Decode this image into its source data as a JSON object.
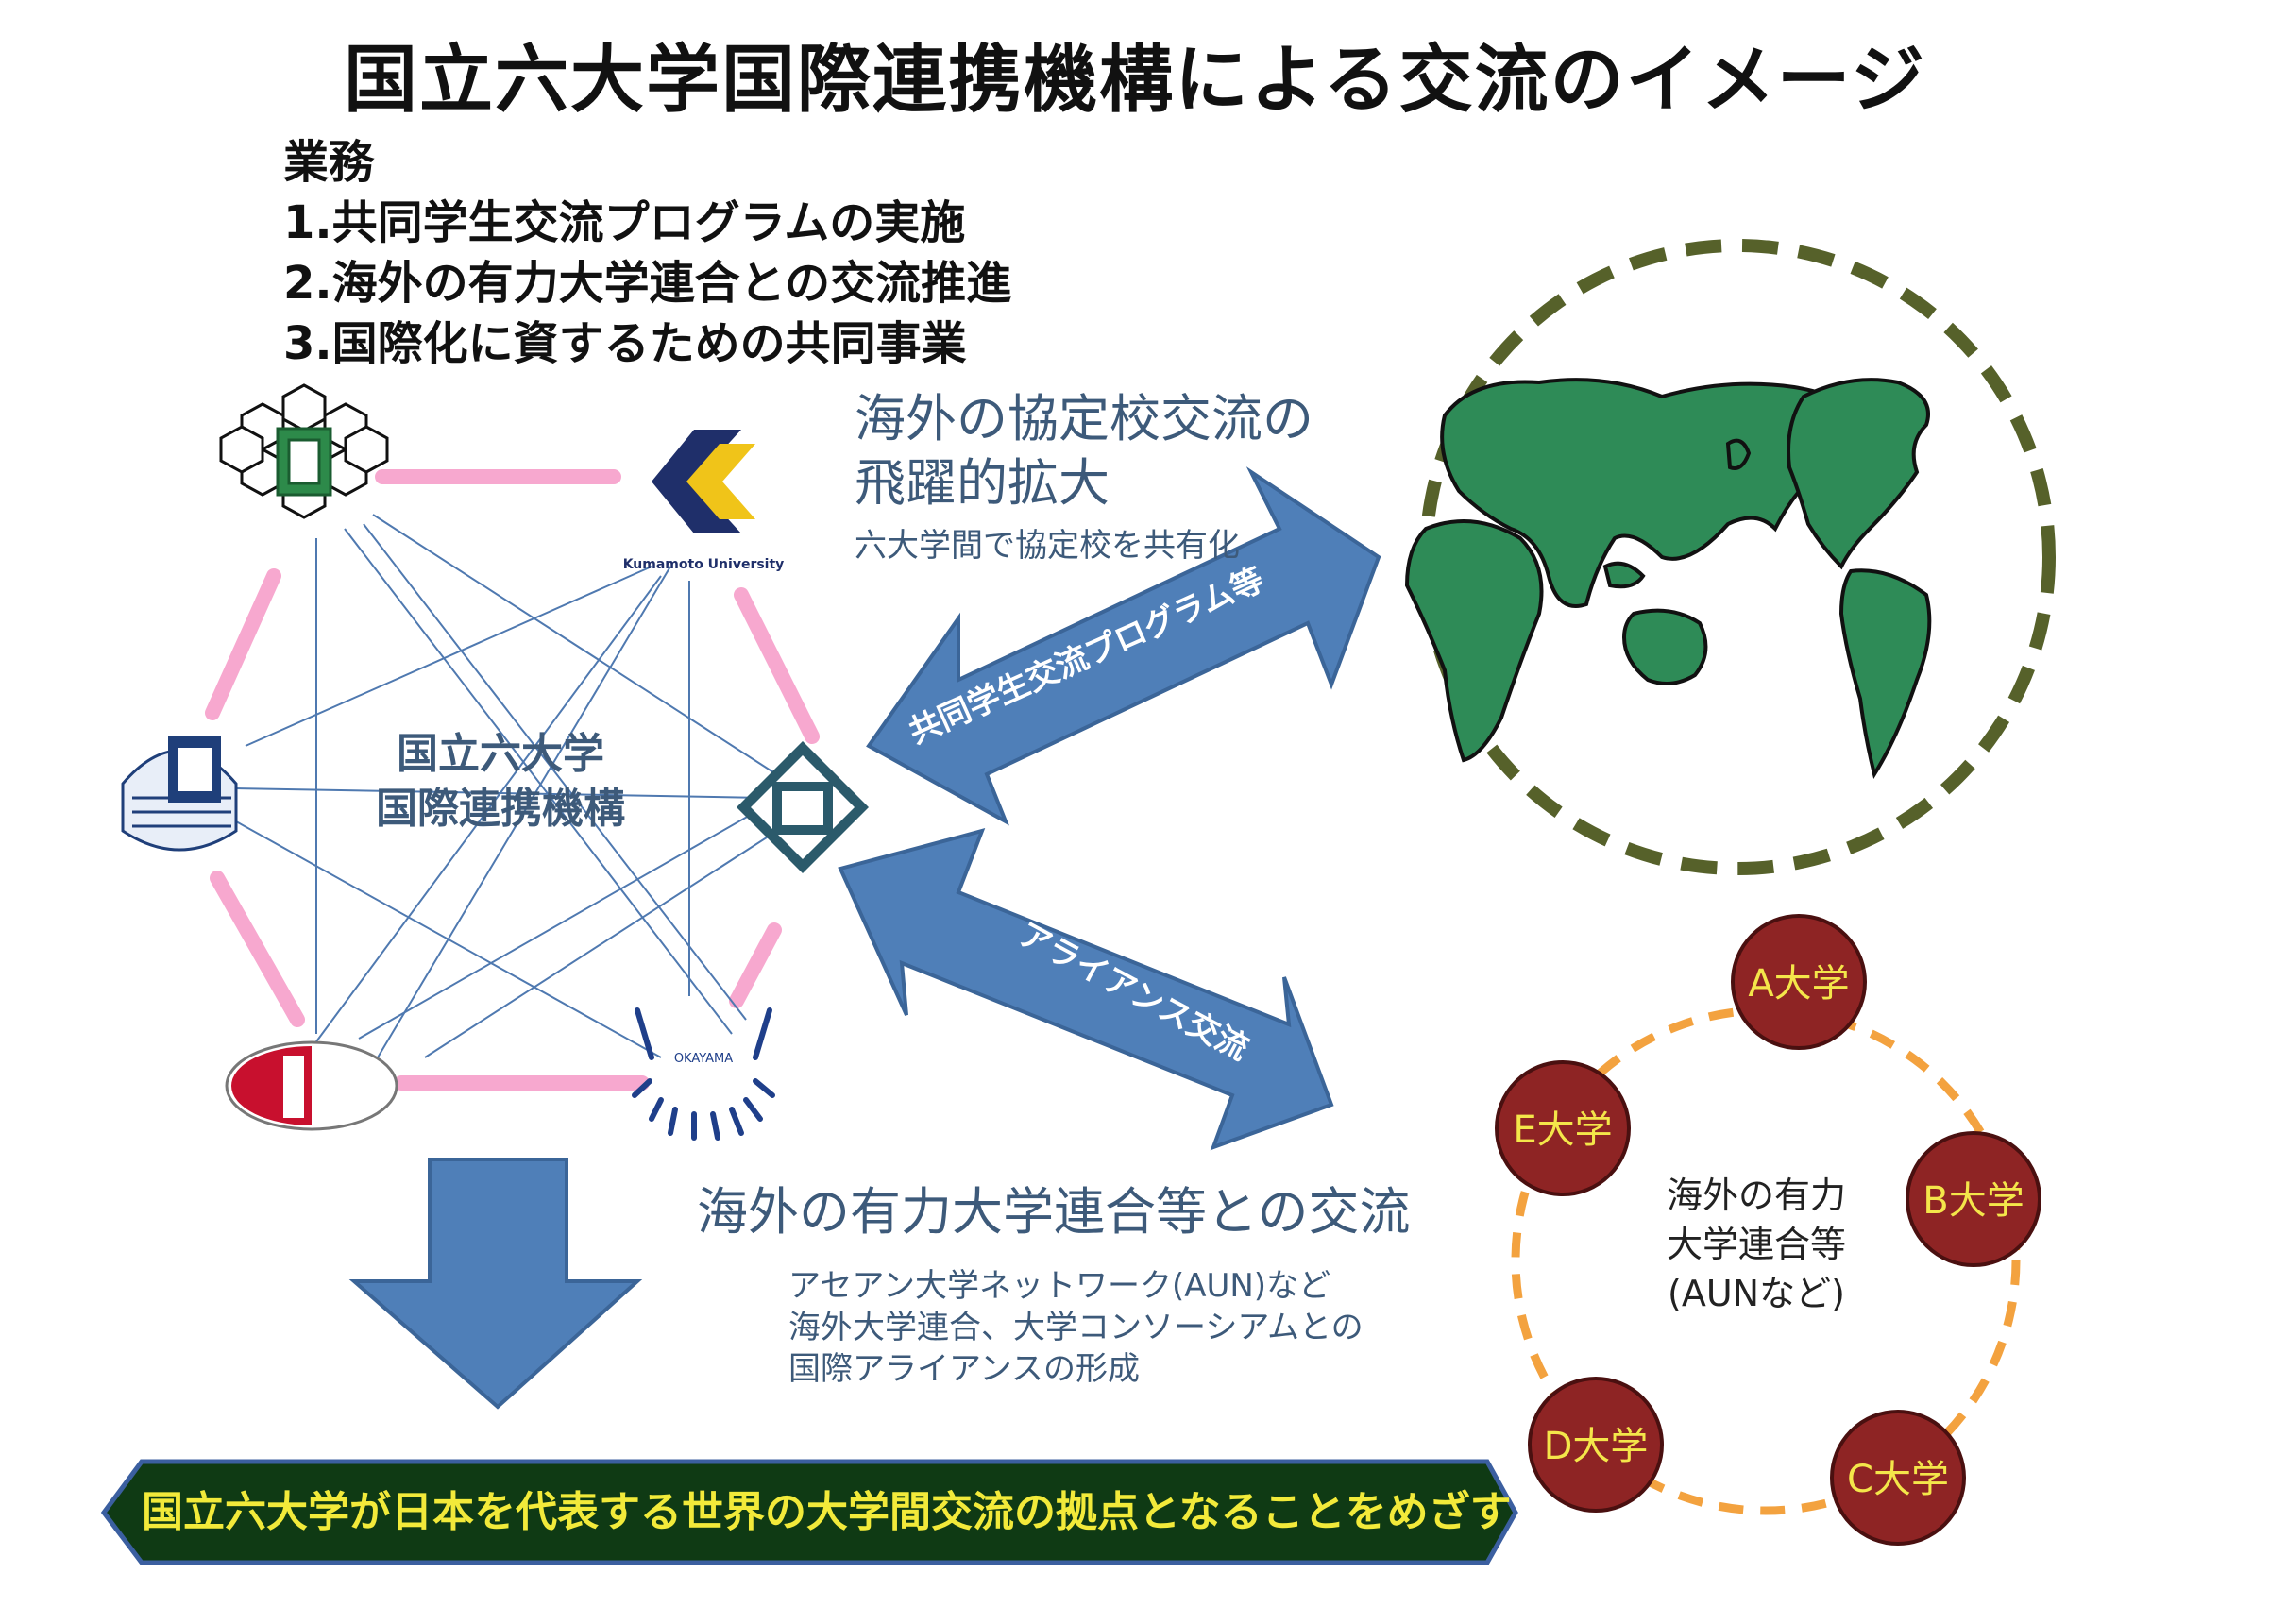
{
  "title": "国立六大学国際連携機構による交流のイメージ",
  "duties": {
    "heading": "業務",
    "items": [
      "1.共同学生交流プログラムの実施",
      "2.海外の有力大学連合との交流推進",
      "3.国際化に資するための共同事業"
    ]
  },
  "center": {
    "line1": "国立六大学",
    "line2": "国際連携機構"
  },
  "partner_exchange": {
    "heading_line1": "海外の協定校交流の",
    "heading_line2": "飛躍的拡大",
    "sub": "六大学間で協定校を共有化"
  },
  "arrow_labels": {
    "upper": "共同学生交流プログラム等",
    "lower": "アライアンス交流"
  },
  "alliance_exchange": {
    "heading": "海外の有力大学連合等との交流",
    "lines": [
      "アセアン大学ネットワーク(AUN)など",
      "海外大学連合、大学コンソーシアムとの",
      "国際アライアンスの形成"
    ]
  },
  "consortium": {
    "label_lines": [
      "海外の有力",
      "大学連合等",
      "(AUNなど)"
    ],
    "members": [
      "A大学",
      "B大学",
      "C大学",
      "D大学",
      "E大学"
    ]
  },
  "logos": {
    "kumamoto_caption": "Kumamoto University",
    "okayama_caption": "OKAYAMA"
  },
  "banner": "国立六大学が日本を代表する世界の大学間交流の拠点となることをめざす",
  "colors": {
    "pink": "#f7a8cf",
    "thin_line": "#4f79b0",
    "arrow_fill": "#4f7fb8",
    "arrow_stroke": "#3b6598",
    "globe_border": "#56612a",
    "land": "#2e8b57",
    "circle_fill": "#8e2424",
    "circle_text": "#f4e64a",
    "dash_orange": "#f3a23f",
    "banner_fill": "#0f3a14",
    "banner_stroke": "#3b5fa0"
  }
}
